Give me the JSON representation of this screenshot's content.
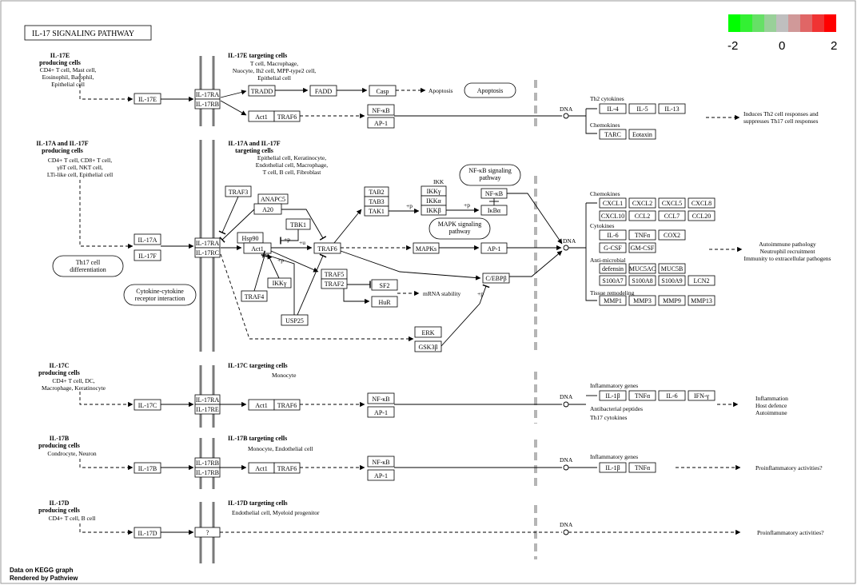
{
  "title": "IL-17 SIGNALING PATHWAY",
  "legend": {
    "colors": [
      "#00ff00",
      "#33f033",
      "#66e066",
      "#99d099",
      "#bfbfbf",
      "#d09999",
      "#e06666",
      "#f03333",
      "#ff0000"
    ],
    "ticks": [
      "-2",
      "0",
      "2"
    ]
  },
  "footer": {
    "line1": "Data on KEGG graph",
    "line2": "Rendered by Pathview"
  },
  "colors": {
    "up": "#ff0000",
    "up_mid": "#d75a5a",
    "down": "#00ff00",
    "neutral": "#ffffff"
  },
  "sections": {
    "il17e": {
      "producer_title": "IL-17E\nproducing cells",
      "producer_cells": "CD4+ T cell, Mast cell,\nEosinophil, Basophil,\nEpithelial cell",
      "target_title": "IL-17E targeting cells",
      "target_cells": "T cell, Macrophage,\nNuocyte, Ih2 cell, MPP-type2 cell,\nEpithelial cell",
      "ligand": "IL-17E",
      "receptors": [
        "IL-17RA",
        "IL-17RB"
      ],
      "nodes": {
        "tradd": "TRADD",
        "fadd": "FADD",
        "casp": "Casp",
        "apoptosis": "Apoptosis",
        "apoptosis_map": "Apoptosis",
        "act1": "Act1",
        "traf6": "TRAF6",
        "nfkb": "NF-κB",
        "ap1": "AP-1"
      },
      "dna": "DNA",
      "th2_title": "Th2 cytokines",
      "th2_genes": [
        "IL-4",
        "IL-5",
        "IL-13"
      ],
      "chemokines_title": "Chemokines",
      "chemokine_genes": [
        "TARC",
        "Eotaxin"
      ],
      "outcome": "Induces Th2 cell responses and\nsuppresses Th17 cell responses"
    },
    "il17a": {
      "producer_title": "IL-17A and IL-17F\nproducing cells",
      "producer_cells": "CD4+ T cell, CD8+ T cell,\nγδT cell, NKT cell,\nLTi-like cell, Epithelial cell",
      "target_title": "IL-17A and IL-17F\ntargeting cells",
      "target_cells": "Epithelial cell, Keratinocyte,\nEndothelial cell, Macrophage,\nT cell, B cell, Fibroblast",
      "ligands": [
        "IL-17A",
        "IL-17F"
      ],
      "receptors": [
        "IL-17RA",
        "IL-17RC"
      ],
      "th17_map": "Th17 cell\ndifferentiation",
      "cytokine_map": "Cytokine-cytokine\nreceptor interaction",
      "nfkb_map": "NF-κB signaling\npathway",
      "mapk_map": "MAPK signaling\npathway",
      "nodes": {
        "traf3": "TRAF3",
        "anapc5": "ANAPC5",
        "a20": "A20",
        "tbk1": "TBK1",
        "hsp90": "Hsp90",
        "act1": "Act1",
        "traf6": "TRAF6",
        "ikkg": "IKKγ",
        "traf4": "TRAF4",
        "traf5": "TRAF5",
        "traf2": "TRAF2",
        "sf2": "SF2",
        "hur": "HuR",
        "usp25": "USP25",
        "tab2": "TAB2",
        "tab3": "TAB3",
        "tak1": "TAK1",
        "ikk_label": "IKK",
        "ikky": "IKKγ",
        "ikka": "IKKα",
        "ikkb": "IKKβ",
        "nfkb": "NF-κB",
        "ikba": "IκBα",
        "mapks": "MAPKs",
        "ap1": "AP-1",
        "cebpb": "C/EBPβ",
        "erk": "ERK",
        "gsk3b": "GSK3β"
      },
      "mrna": "mRNA stability",
      "dna": "DNA",
      "groups": {
        "chemokines": "Chemokines",
        "cytokines": "Cytokines",
        "antimicrobial": "Anti-microbial",
        "tissue": "Tissue remodeling"
      },
      "genes": {
        "chemokines": [
          [
            "CXCL1",
            "CXCL2",
            "CXCL5",
            "CXCL8"
          ],
          [
            "CXCL10",
            "CCL2",
            "CCL7",
            "CCL20"
          ]
        ],
        "cytokines": [
          [
            "IL-6",
            "TNFα",
            "COX2"
          ],
          [
            "G-CSF",
            "GM-CSF"
          ]
        ],
        "antimicrobial": [
          [
            "defensin",
            "MUC5AC",
            "MUC5B"
          ],
          [
            "S100A7",
            "S100A8",
            "S100A9",
            "LCN2"
          ]
        ],
        "tissue": [
          [
            "MMP1",
            "MMP3",
            "MMP9",
            "MMP13"
          ]
        ]
      },
      "outcome": "Autoimmune pathology\nNeutrophil recruitment\nImmunity to extracellular pathogens",
      "labels": {
        "p": "+p",
        "u": "+u"
      }
    },
    "il17c": {
      "producer_title": "IL-17C\nproducing cells",
      "producer_cells": "CD4+ T cell, DC,\nMacrophage, Keratinocyte",
      "target_title": "IL-17C targeting cells",
      "target_cells": "Monocyte",
      "ligand": "IL-17C",
      "receptors": [
        "IL-17RA",
        "IL-17RE"
      ],
      "nodes": {
        "act1": "Act1",
        "traf6": "TRAF6",
        "nfkb": "NF-κB",
        "ap1": "AP-1"
      },
      "dna": "DNA",
      "group_title": "Inflammatory genes",
      "genes": [
        "IL-1β",
        "TNFα",
        "IL-6",
        "IFN-γ"
      ],
      "extra1": "Antibacterial peptides",
      "extra2": "Th17 cytokines",
      "outcome": "Inflammation\nHost defence\nAutoimmune"
    },
    "il17b": {
      "producer_title": "IL-17B\nproducing cells",
      "producer_cells": "Condrocyte, Neuron",
      "target_title": "IL-17B targeting cells",
      "target_cells": "Monocyte, Endothelial cell",
      "ligand": "IL-17B",
      "receptors": [
        "IL-17RB",
        "IL-17RB"
      ],
      "nodes": {
        "act1": "Act1",
        "traf6": "TRAF6",
        "nfkb": "NF-κB",
        "ap1": "AP-1"
      },
      "dna": "DNA",
      "group_title": "Inflammatory genes",
      "genes": [
        "IL-1β",
        "TNFα"
      ],
      "outcome": "Proinflammatory activities?"
    },
    "il17d": {
      "producer_title": "IL-17D\nproducing cells",
      "producer_cells": "CD4+ T cell, B cell",
      "target_title": "IL-17D targeting cells",
      "target_cells": "Endothelial cell, Myeloid progenitor",
      "ligand": "IL-17D",
      "receptor": "?",
      "dna": "DNA",
      "outcome": "Proinflammatory activities?"
    }
  }
}
